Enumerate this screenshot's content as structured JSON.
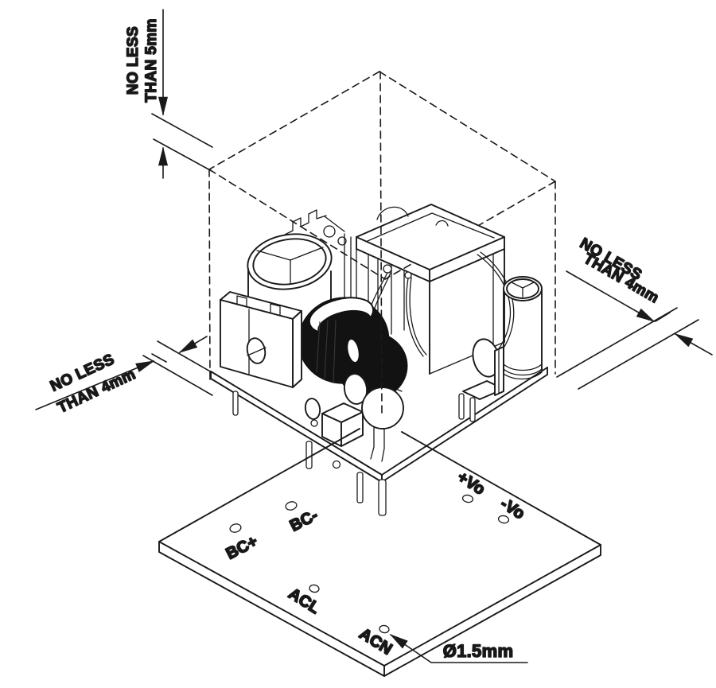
{
  "drawing": {
    "title": "power-module-clearance-drawing",
    "colors": {
      "background": "#ffffff",
      "line": "#1a1a1a"
    },
    "callouts": {
      "top": {
        "line1": "NO LESS",
        "line2": "THAN 5mm"
      },
      "left": {
        "line1": "NO LESS",
        "line2": "THAN 4mm"
      },
      "right": {
        "line1": "NO LESS",
        "line2": "THAN 4mm"
      },
      "hole": {
        "label": "Ø1.5mm"
      }
    },
    "board_labels": {
      "bc_plus": "BC+",
      "bc_minus": "BC-",
      "vo_plus": "+Vo",
      "vo_minus": "-Vo",
      "acl": "ACL",
      "acn": "ACN"
    }
  }
}
